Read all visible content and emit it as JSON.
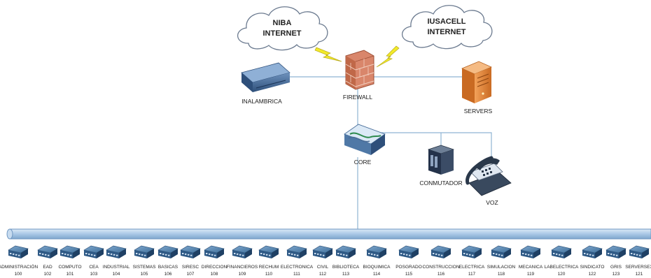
{
  "clouds": [
    {
      "id": "niba",
      "line1": "NIBA",
      "line2": "INTERNET"
    },
    {
      "id": "iusacell",
      "line1": "IUSACELL",
      "line2": "INTERNET"
    }
  ],
  "nodes": {
    "firewall": "FIREWALL",
    "inalambrica": "INALAMBRICA",
    "servers": "SERVERS",
    "core": "CORE",
    "conmutador": "CONMUTADOR",
    "voz": "VOZ"
  },
  "switches": [
    {
      "name": "ADMINISTRACIÓN",
      "vlan": "100"
    },
    {
      "name": "EAD",
      "vlan": "102"
    },
    {
      "name": "COMPUTO",
      "vlan": "101"
    },
    {
      "name": "CEA",
      "vlan": "103"
    },
    {
      "name": "INDUSTRIAL",
      "vlan": "104"
    },
    {
      "name": "SISTEMAS",
      "vlan": "105"
    },
    {
      "name": "BASICAS",
      "vlan": "106"
    },
    {
      "name": "SIRESC",
      "vlan": "107"
    },
    {
      "name": "DIRECCION",
      "vlan": "108"
    },
    {
      "name": "FINANCIEROS",
      "vlan": "109"
    },
    {
      "name": "RECHUM",
      "vlan": "110"
    },
    {
      "name": "ELECTRONICA",
      "vlan": "111"
    },
    {
      "name": "CIVIL",
      "vlan": "112"
    },
    {
      "name": "BIBLIOTECA",
      "vlan": "113"
    },
    {
      "name": "BIOQUIMICA",
      "vlan": "114"
    },
    {
      "name": "POSGRADO",
      "vlan": "115"
    },
    {
      "name": "CONSTRUCCION",
      "vlan": "116"
    },
    {
      "name": "ELECTRICA",
      "vlan": "117"
    },
    {
      "name": "SIMULACION",
      "vlan": "118"
    },
    {
      "name": "MECANICA",
      "vlan": "119"
    },
    {
      "name": "LABELECTRICA",
      "vlan": "120"
    },
    {
      "name": "SINDICATO",
      "vlan": "122"
    },
    {
      "name": "GRIS",
      "vlan": "123"
    },
    {
      "name": "SERVERSEX",
      "vlan": "121"
    }
  ],
  "colors": {
    "link": "#8fb3d3",
    "backbone": "#a9c8e6",
    "cloud_outline": "#6b7a8f",
    "lightning": "#f2ea2a",
    "firewall_brick": "#d9866b",
    "server": "#e8873a",
    "switch_body": "#3f6f99"
  }
}
